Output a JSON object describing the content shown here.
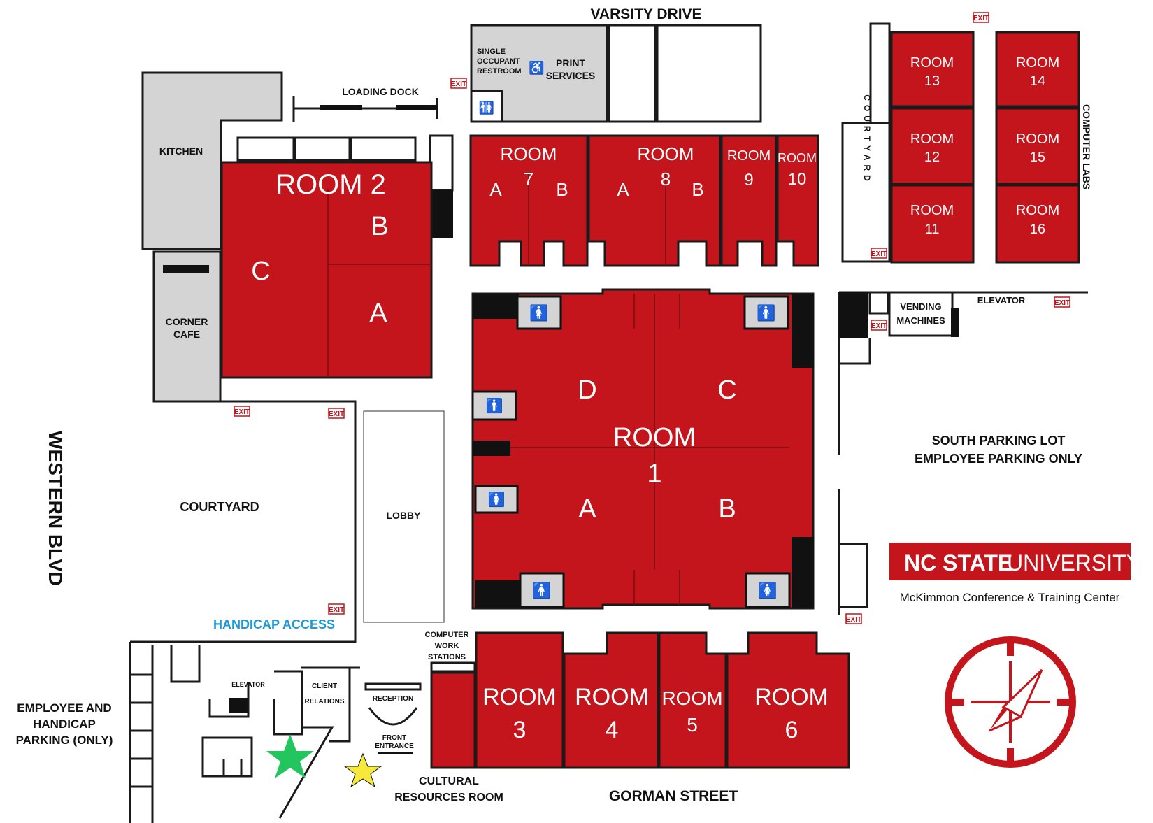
{
  "streets": {
    "north": "VARSITY DRIVE",
    "south": "GORMAN STREET",
    "west": "WESTERN BLVD"
  },
  "areas": {
    "loading_dock": "LOADING DOCK",
    "kitchen": "KITCHEN",
    "corner_cafe": [
      "CORNER",
      "CAFE"
    ],
    "single_restroom": [
      "SINGLE",
      "OCCUPANT",
      "RESTROOM"
    ],
    "print_services": [
      "PRINT",
      "SERVICES"
    ],
    "courtyard_west": "COURTYARD",
    "courtyard_east": "COURTYARD",
    "lobby": "LOBBY",
    "vending": [
      "VENDING",
      "MACHINES"
    ],
    "elevator_east": "ELEVATOR",
    "computer_labs": "COMPUTER LABS",
    "south_parking": [
      "SOUTH PARKING LOT",
      "EMPLOYEE PARKING ONLY"
    ],
    "handicap_access": "HANDICAP ACCESS",
    "employee_parking": [
      "EMPLOYEE AND",
      "HANDICAP",
      "PARKING (ONLY)"
    ],
    "elevator_west": "ELEVATOR",
    "client_relations": [
      "CLIENT",
      "RELATIONS"
    ],
    "reception": "RECEPTION",
    "front_entrance": [
      "FRONT",
      "ENTRANCE"
    ],
    "computer_work": [
      "COMPUTER",
      "WORK",
      "STATIONS"
    ],
    "cultural_resources": [
      "CULTURAL",
      "RESOURCES ROOM"
    ]
  },
  "rooms": {
    "room_word": "ROOM",
    "room1": {
      "number": "1",
      "sections": [
        "A",
        "B",
        "C",
        "D"
      ]
    },
    "room2": {
      "title": "ROOM 2",
      "sections": [
        "A",
        "B",
        "C"
      ]
    },
    "room7": {
      "number": "7",
      "sections": [
        "A",
        "B"
      ]
    },
    "room8": {
      "number": "8",
      "sections": [
        "A",
        "B"
      ]
    },
    "small_numbers": [
      "9",
      "10",
      "11",
      "12",
      "13",
      "14",
      "15",
      "16"
    ],
    "south_numbers": [
      "3",
      "4",
      "5",
      "6"
    ]
  },
  "exit_label": "EXIT",
  "logo": {
    "brand_bold": "NC STATE",
    "brand_light": "UNIVERSITY",
    "subtitle": "McKimmon Conference & Training Center"
  },
  "colors": {
    "room_red": "#c3151b",
    "service_gray": "#d4d4d4",
    "handicap_blue": "#1a9ad6",
    "star_green": "#22c55e",
    "star_yellow": "#f6e93b"
  }
}
